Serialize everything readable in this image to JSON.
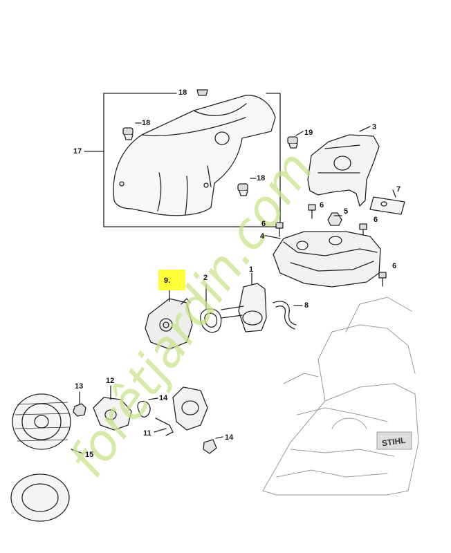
{
  "watermark": {
    "text": "forêtjardin.com",
    "color": "#c9e48a"
  },
  "highlight_color": "#ffff3a",
  "callouts": [
    {
      "id": "18a",
      "text": "18"
    },
    {
      "id": "18b",
      "text": "18"
    },
    {
      "id": "17",
      "text": "17"
    },
    {
      "id": "18c",
      "text": "18"
    },
    {
      "id": "19",
      "text": "19"
    },
    {
      "id": "3",
      "text": "3"
    },
    {
      "id": "7",
      "text": "7"
    },
    {
      "id": "6a",
      "text": "6"
    },
    {
      "id": "5",
      "text": "5"
    },
    {
      "id": "6b",
      "text": "6"
    },
    {
      "id": "6c",
      "text": "6"
    },
    {
      "id": "4",
      "text": "4"
    },
    {
      "id": "6d",
      "text": "6"
    },
    {
      "id": "1",
      "text": "1"
    },
    {
      "id": "2",
      "text": "2"
    },
    {
      "id": "9",
      "text": "9."
    },
    {
      "id": "8",
      "text": "8"
    },
    {
      "id": "13",
      "text": "13"
    },
    {
      "id": "12",
      "text": "12"
    },
    {
      "id": "14a",
      "text": "14"
    },
    {
      "id": "11",
      "text": "11"
    },
    {
      "id": "14b",
      "text": "14"
    },
    {
      "id": "15",
      "text": "15"
    }
  ],
  "brand_plate": {
    "text": "STIHL"
  }
}
